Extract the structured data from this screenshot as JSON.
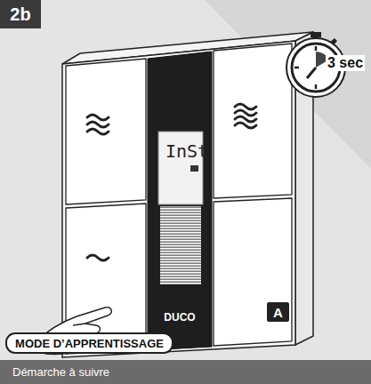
{
  "diagram": {
    "nodes": [
      {
        "text": [
          "2b"
        ]
      },
      {
        "text": [
          "A"
        ]
      },
      {
        "text": [
          "MODE D’APPRENTISSAGE"
        ]
      },
      {
        "text": [
          "Démarche à suivre"
        ]
      }
    ],
    "labels": [
      "3 sec",
      "InSt",
      "DUCO"
    ]
  }
}
